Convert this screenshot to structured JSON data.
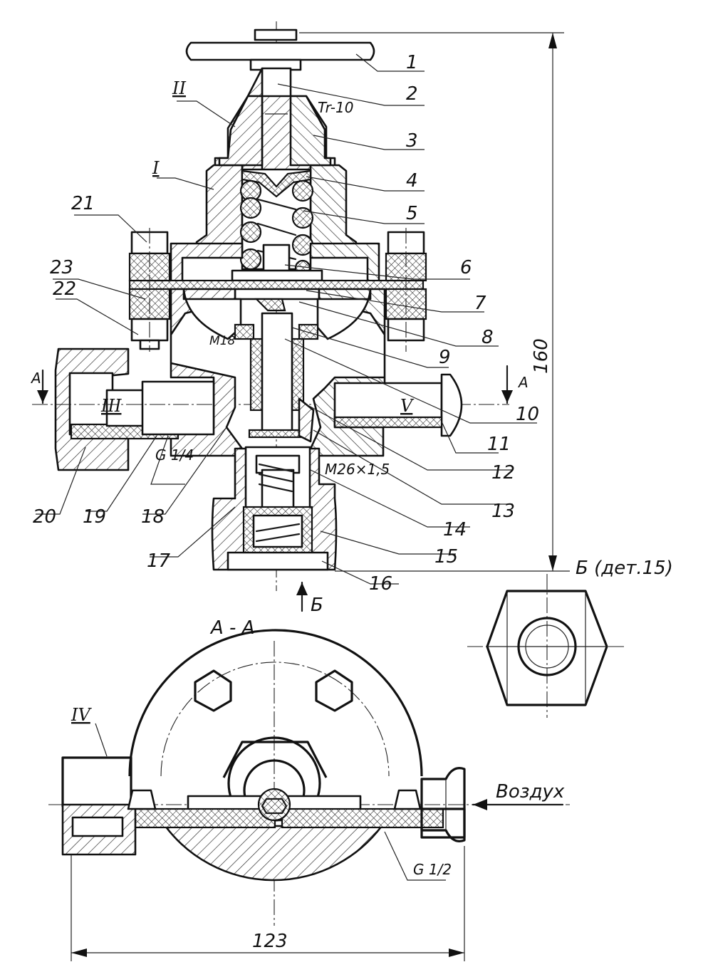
{
  "part_numbers": [
    "1",
    "2",
    "3",
    "4",
    "5",
    "6",
    "7",
    "8",
    "9",
    "10",
    "11",
    "12",
    "13",
    "14",
    "15",
    "16",
    "17",
    "18",
    "19",
    "20",
    "21",
    "22",
    "23"
  ],
  "roman_labels": [
    "II",
    "I",
    "III",
    "V",
    "IV"
  ],
  "annotations": {
    "thread_tr": "Tr-10",
    "thread_m18": "M18",
    "thread_m26": "M26×1,5",
    "thread_g14": "G 1/4",
    "thread_g12": "G 1/2",
    "dim_height": "160",
    "dim_width": "123",
    "section_mark": "A",
    "section_mark_right": "A",
    "section_title": "A - A",
    "view_b_arrow": "Б",
    "view_b_title": "Б (дет.15)",
    "air_label": "Воздух"
  }
}
